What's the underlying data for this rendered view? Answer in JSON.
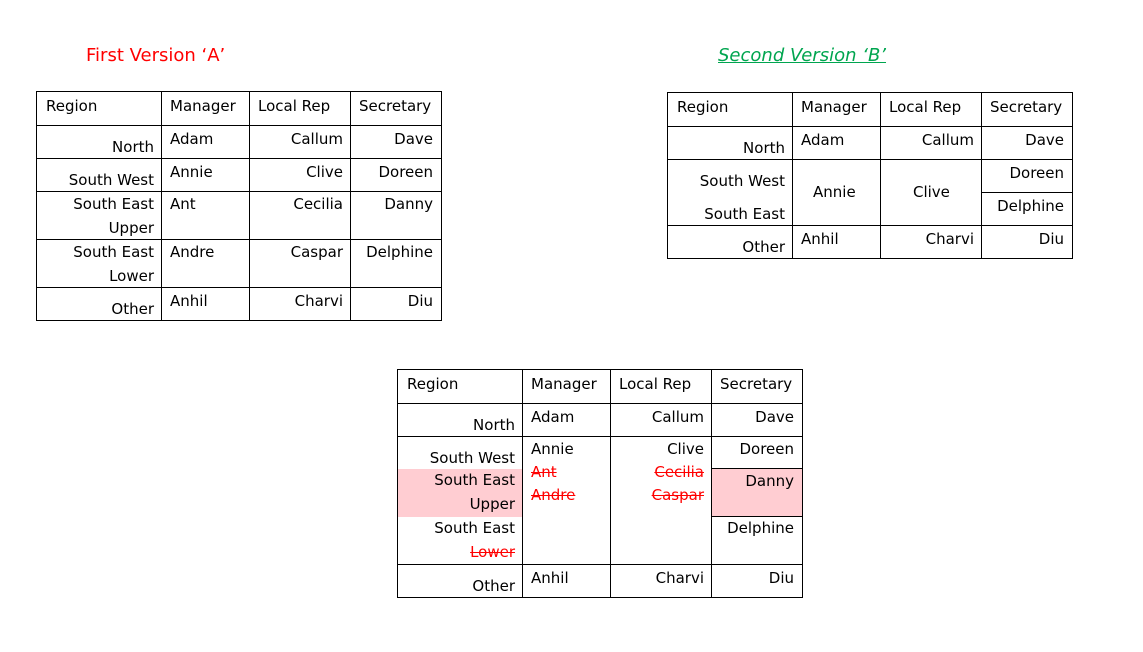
{
  "title_a": "First Version ‘A’",
  "title_b": "Second Version ‘B’",
  "colors": {
    "title_a": "#ff0000",
    "title_b": "#00a54f",
    "strike": "#ff0000",
    "highlight": "#ffcdd2"
  },
  "headers": {
    "region": "Region",
    "manager": "Manager",
    "local_rep": "Local Rep",
    "secretary": "Secretary"
  },
  "table_a": {
    "rows": [
      {
        "region": [
          "North"
        ],
        "manager": "Adam",
        "local_rep": "Callum",
        "secretary": "Dave"
      },
      {
        "region": [
          "South West"
        ],
        "manager": "Annie",
        "local_rep": "Clive",
        "secretary": "Doreen"
      },
      {
        "region": [
          "South East",
          "Upper"
        ],
        "manager": "Ant",
        "local_rep": "Cecilia",
        "secretary": "Danny"
      },
      {
        "region": [
          "South East",
          "Lower"
        ],
        "manager": "Andre",
        "local_rep": "Caspar",
        "secretary": "Delphine"
      },
      {
        "region": [
          "Other"
        ],
        "manager": "Anhil",
        "local_rep": "Charvi",
        "secretary": "Diu"
      }
    ]
  },
  "table_b": {
    "north": {
      "region": "North",
      "manager": "Adam",
      "local_rep": "Callum",
      "secretary": "Dave"
    },
    "south_west": {
      "region": "South West",
      "secretary": "Doreen"
    },
    "south_east": {
      "region": "South East",
      "secretary": "Delphine"
    },
    "merged": {
      "manager": "Annie",
      "local_rep": "Clive"
    },
    "other": {
      "region": "Other",
      "manager": "Anhil",
      "local_rep": "Charvi",
      "secretary": "Diu"
    }
  },
  "table_c": {
    "north": {
      "region": "North",
      "manager": "Adam",
      "local_rep": "Callum",
      "secretary": "Dave"
    },
    "south_west": {
      "region": "South West",
      "secretary": "Doreen"
    },
    "south_east_upper": {
      "region_1": "South East",
      "region_2": "Upper",
      "secretary": "Danny"
    },
    "south_east": {
      "region": "South East",
      "region_deleted": "Lower",
      "secretary": "Delphine"
    },
    "merged": {
      "manager": "Annie",
      "manager_deleted": [
        "Ant",
        "Andre"
      ],
      "local_rep": "Clive",
      "local_rep_deleted": [
        "Cecilia",
        "Caspar"
      ]
    },
    "other": {
      "region": "Other",
      "manager": "Anhil",
      "local_rep": "Charvi",
      "secretary": "Diu"
    }
  }
}
